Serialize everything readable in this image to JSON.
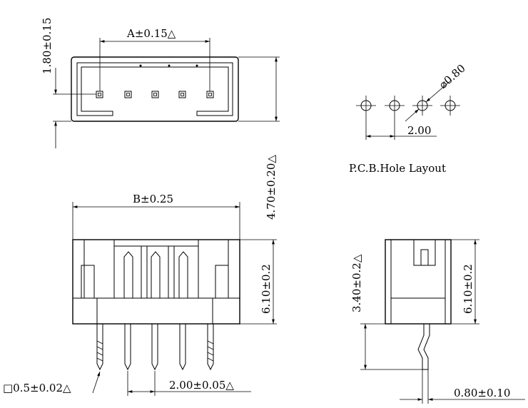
{
  "top_view": {
    "dim_a": "A±0.15△",
    "dim_height": "1.80±0.15",
    "dim_depth": "4.70±0.20△"
  },
  "pcb": {
    "dim_hole": "⌀0.80",
    "dim_pitch": "2.00",
    "title": "P.C.B.Hole Layout"
  },
  "front_view": {
    "dim_b": "B±0.25",
    "dim_height": "6.10±0.2",
    "dim_pin": "□0.5±0.02△",
    "dim_pitch": "2.00±0.05△"
  },
  "side_view": {
    "dim_pin_len": "3.40±0.2△",
    "dim_height": "6.10±0.2",
    "dim_thickness": "0.80±0.10"
  }
}
